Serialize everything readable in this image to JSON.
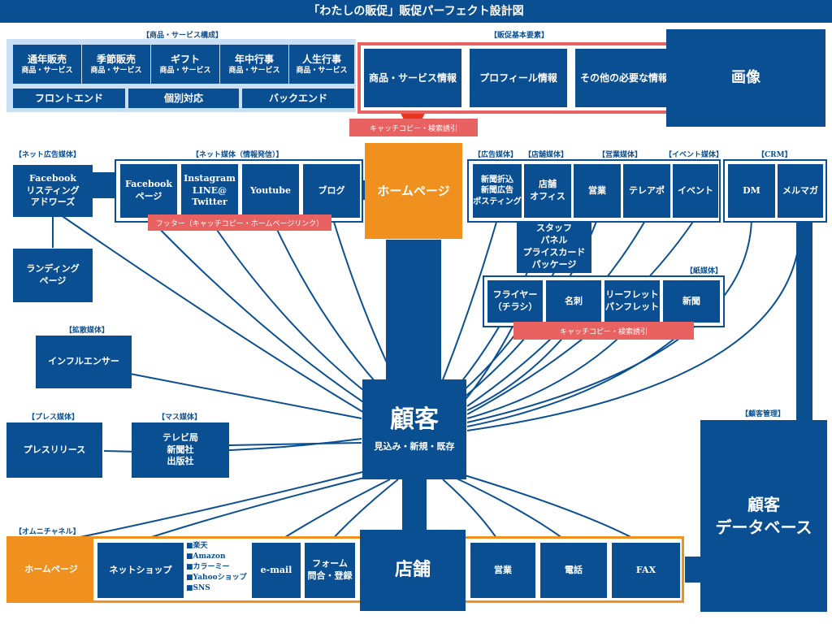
{
  "title": "「わたしの販促」販促パーフェクト設計図",
  "image_box": "画像",
  "product_section": {
    "label": "【商品・サービス構成】",
    "items": [
      {
        "name": "通年販売",
        "sub": "商品・サービス"
      },
      {
        "name": "季節販売",
        "sub": "商品・サービス"
      },
      {
        "name": "ギフト",
        "sub": "商品・サービス"
      },
      {
        "name": "年中行事",
        "sub": "商品・サービス"
      },
      {
        "name": "人生行事",
        "sub": "商品・サービス"
      }
    ],
    "ends": [
      "フロントエンド",
      "個別対応",
      "バックエンド"
    ]
  },
  "basic_elements": {
    "label": "【販促基本要素】",
    "items": [
      "商品・サービス情報",
      "プロフィール情報",
      "その他の必要な情報"
    ]
  },
  "catchcopy_top": "キャッチコピー・検索誘引",
  "net_ad": {
    "label": "【ネット広告媒体】",
    "box": "Facebook\nリスティング\nアドワーズ",
    "landing": "ランディング\nページ"
  },
  "net_media": {
    "label": "【ネット媒体（情報発信）】",
    "items": [
      "Facebook\nページ",
      "Instagram\nLINE@\nTwitter",
      "Youtube",
      "ブログ"
    ],
    "footer": "フッター（キャッチコピー・ホームページリンク）"
  },
  "homepage": "ホームページ",
  "ad_label": "【広告媒体】",
  "store_label": "【店舗媒体】",
  "sales_label": "【営業媒体】",
  "event_label": "【イベント媒体】",
  "crm_label": "【CRM】",
  "ad_box": "新聞折込\n新聞広告\nポスティング",
  "store_box": "店舗\nオフィス",
  "sales_box": "営業",
  "telapo_box": "テレアポ",
  "event_box": "イベント",
  "dm_box": "DM",
  "melmaga_box": "メルマガ",
  "staff_box": "スタッフ\nパネル\nプライスカード\nパッケージ",
  "paper": {
    "label": "【紙媒体】",
    "items": [
      "フライヤー\n（チラシ）",
      "名刺",
      "リーフレット\nパンフレット",
      "新聞"
    ]
  },
  "catchcopy_paper": "キャッチコピー・検索誘引",
  "spread": {
    "label": "【拡散媒体】",
    "box": "インフルエンサー"
  },
  "press": {
    "label": "【プレス媒体】",
    "box": "プレスリリース"
  },
  "mass": {
    "label": "【マス媒体】",
    "box": "テレビ局\n新聞社\n出版社"
  },
  "customer": {
    "title": "顧客",
    "sub": "見込み・新規・既存"
  },
  "customer_mgmt": {
    "label": "【顧客管理】",
    "box": "顧客\nデータベース"
  },
  "omni": {
    "label": "【オムニチャネル】",
    "homepage": "ホームページ",
    "netshop": "ネットショップ",
    "shops": [
      "■楽天",
      "■Amazon",
      "■カラーミー",
      "■Yahooショップ",
      "■SNS"
    ],
    "email": "e-mail",
    "form": "フォーム\n問合・登録",
    "store": "店舗",
    "sales": "営業",
    "phone": "電話",
    "fax": "FAX"
  },
  "colors": {
    "primary": "#0b4f93",
    "accent": "#f0901e",
    "red": "#e86262",
    "light": "#c9dff3"
  }
}
